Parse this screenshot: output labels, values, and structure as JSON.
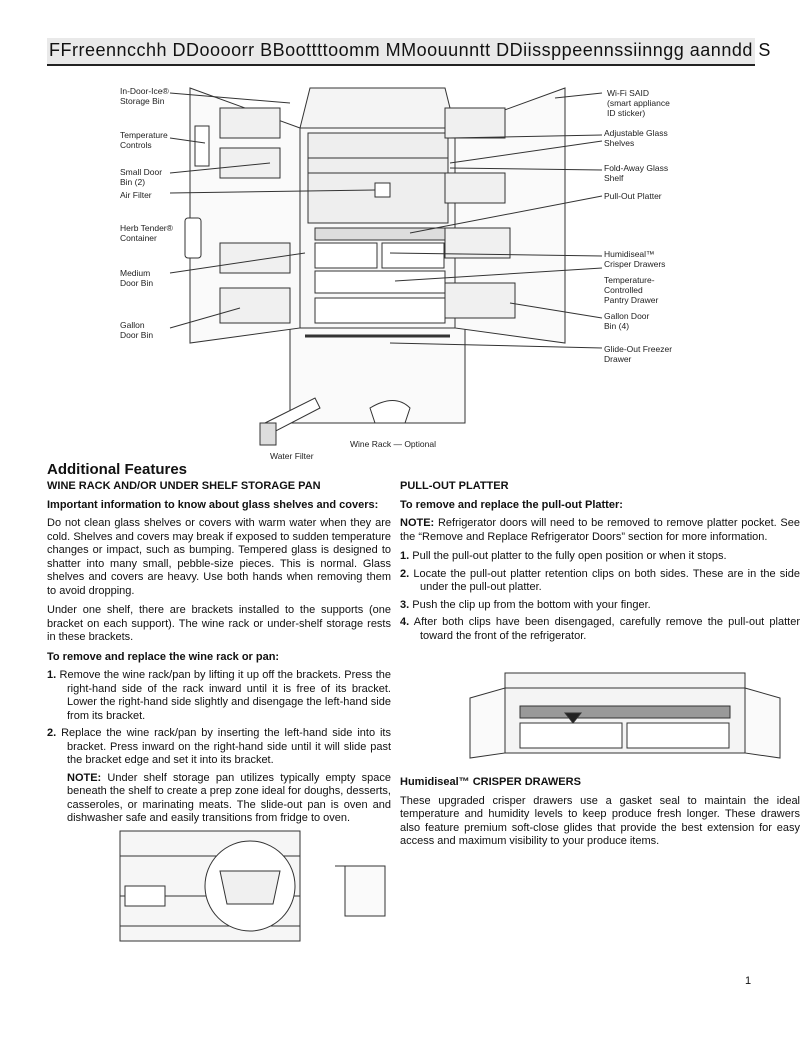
{
  "header": {
    "title": "FFrreenncchh DDoooorr BBoottttoomm MMoouunntt DDiissppeennssiinngg aanndd S"
  },
  "diagram": {
    "labels": {
      "in_door_ice": "In-Door-Ice®\nStorage Bin",
      "temperature_controls": "Temperature\nControls",
      "small_door_bin": "Small Door\nBin (2)",
      "air_filter": "Air Filter",
      "herb_tender": "Herb Tender®\nContainer",
      "medium_door_bin": "Medium\nDoor Bin",
      "gallon_door_bin_left": "Gallon\nDoor Bin",
      "wifi_said": "Wi-Fi SAID\n(smart appliance\nID sticker)",
      "adjustable_glass": "Adjustable Glass\nShelves",
      "fold_away": "Fold-Away Glass\nShelf",
      "pull_out_platter": "Pull-Out Platter",
      "humidiseal": "Humidiseal™\nCrisper Drawers",
      "temp_pantry": "Temperature-\nControlled\nPantry Drawer",
      "gallon_door_bin_right": "Gallon Door\nBin (4)",
      "glide_out": "Glide-Out Freezer\nDrawer",
      "wine_rack": "Wine Rack — Optional",
      "water_filter": "Water Filter"
    }
  },
  "section_title": "Additional  Features",
  "col1": {
    "heading": "WINE  RACK  AND/OR  UNDER  SHELF  STORAGE  PAN",
    "subheading": "Important  information  to  know  about  glass  shelves  and  covers:",
    "para1": "Do  not  clean  glass  shelves  or  covers  with  warm  water  when  they are  cold.  Shelves  and  covers  may  break  if  exposed  to  sudden temperature  changes  or  impact,  such  as  bumping.  Tempered  glass is  designed  to  shatter  into  many  small,  pebble-size  pieces.  This  is normal.  Glass  shelves  and  covers  are  heavy.  Use  both  hands  when removing  them  to  avoid  dropping.",
    "para2": "Under  one  shelf,  there  are  brackets  installed  to  the  supports  (one bracket  on  each  support).  The  wine  rack  or  under-shelf  storage rests  in  these  brackets.",
    "subheading2": "To  remove  and  replace  the  wine  rack  or  pan:",
    "step1_num": "1.",
    "step1": " Remove  the  wine  rack/pan  by  lifting  it  up  off  the  brackets. Press  the  right-hand  side  of  the  rack  inward  until  it  is  free  of  its bracket.  Lower  the  right-hand  side  slightly  and  disengage  the left-hand  side  from  its  bracket.",
    "step2_num": "2.",
    "step2": " Replace  the  wine  rack/pan  by  inserting  the  left-hand  side  into its  bracket.  Press  inward  on  the  right-hand  side  until  it  will  slide past  the  bracket  edge  and  set  it  into  its  bracket.",
    "note_label": "NOTE:",
    "note": " Under  shelf  storage  pan  utilizes  typically  empty  space beneath  the  shelf  to  create  a  prep  zone  ideal  for  doughs, desserts,  casseroles,  or  marinating  meats.  The  slide-out  pan  is oven  and  dishwasher  safe  and  easily  transitions  from  fridge  to oven."
  },
  "col2": {
    "heading": "PULL-OUT  PLATTER",
    "subheading": "To  remove  and  replace  the  pull-out  Platter:",
    "note_label": "NOTE:",
    "note": " Refrigerator  doors  will  need  to  be  removed  to  remove platter  pocket.  See  the  “Remove  and  Replace  Refrigerator  Doors” section  for  more  information.",
    "step1_num": "1.",
    "step1": " Pull  the  pull-out  platter  to  the  fully  open  position  or  when  it stops.",
    "step2_num": "2.",
    "step2": " Locate  the  pull-out  platter  retention  clips  on  both  sides.  These are  in  the  side  under  the  pull-out  platter.",
    "step3_num": "3.",
    "step3": " Push  the  clip  up  from  the  bottom  with  your  finger.",
    "step4_num": "4.",
    "step4": " After  both  clips  have  been  disengaged,  carefully  remove  the pull-out  platter  toward  the  front  of  the  refrigerator.",
    "crisper_heading": "Humidiseal™ CRISPER DRAWERS",
    "crisper_text": "These  upgraded  crisper  drawers  use  a  gasket  seal  to  maintain  the ideal  temperature  and  humidity  levels  to  keep  produce  fresh  longer. These  drawers  also  feature  premium  soft-close  glides  that  provide the  best  extension  for  easy  access  and  maximum  visibility  to  your produce  items."
  },
  "page_number": "1"
}
